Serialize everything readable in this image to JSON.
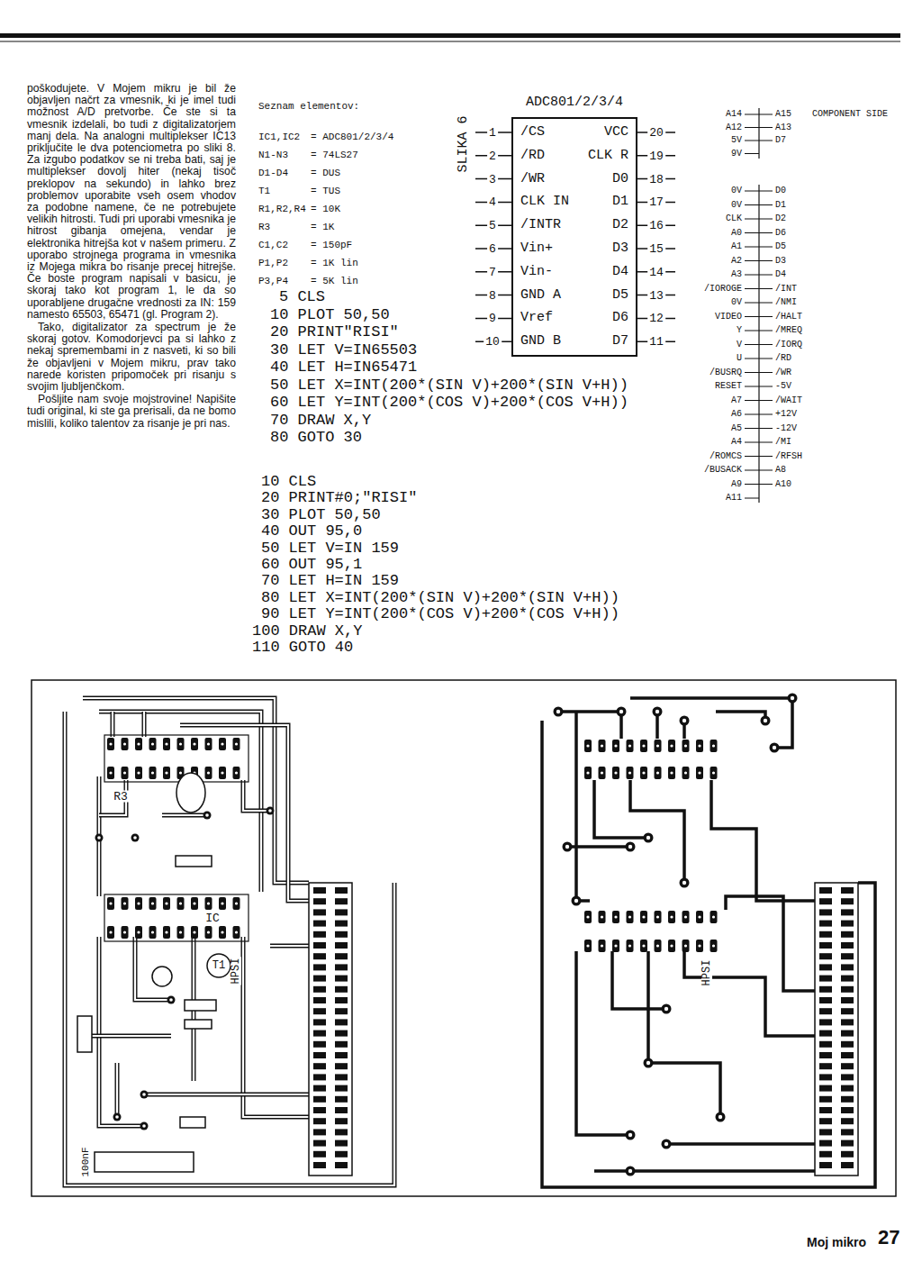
{
  "diagram": {
    "nodes": [
      {
        "text": [
          "ADC801/2/3/4",
          "/CS",
          "VCC",
          "/RD",
          "CLK R",
          "/WR",
          "D0",
          "CLK IN",
          "D1",
          "/INTR",
          "D2",
          "Vin+",
          "D3",
          "Vin-",
          "D4",
          "GND A",
          "D5",
          "Vref",
          "D6",
          "GND B",
          "D7"
        ]
      }
    ],
    "labels": [
      "poškodujete. V Mojem mikru je bil že objavljen načrt za vmesnik, ki je imel tudi možnost A/D pretvorbe. Če ste si ta vmesnik izdelali, bo tudi z digitalizatorjem manj dela. Na analogni multiplekser IC13 priključite le dva potenciometra po sliki 8. Za izgubo podatkov se ni treba bati, saj je multiplekser dovolj hiter (nekaj tisoč preklopov na sekundo) in lahko brez problemov uporabite vseh osem vhodov za podobne namene, če ne potrebujete velikih hitrosti. Tudi pri uporabi vmesnika je hitrost gibanja omejena, vendar je elektronika hitrejša kot v našem primeru. Z uporabo strojnega programa in vmesnika iz Mojega mikra bo risanje precej hitrejše. Če boste program napisali v basicu, je skoraj tako kot program 1, le da so uporabljene drugačne vrednosti za IN: 159 namesto 65503, 65471 (gl. Program 2).",
      "Tako, digitalizator za spectrum je že skoraj gotov. Komodorjevci pa si lahko z nekaj spremembami in z nasveti, ki so bili že objavljeni v Mojem mikru, prav tako narede koristen pripomoček pri risanju s svojim ljubljenčkom.",
      "Pošljite nam svoje mojstrovine! Napišite tudi original, ki ste ga prerisali, da ne bomo mislili, koliko talentov za risanje je pri nas.",
      "Seznam elementov:",
      "IC1,IC2",
      "= ADC801/2/3/4",
      "N1-N3",
      "= 74LS27",
      "D1-D4",
      "= DUS",
      "T1",
      "= TUS",
      "R1,R2,R4",
      "= 10K",
      "R3",
      "= 1K",
      "C1,C2",
      "= 150pF",
      "P1,P2",
      "= 1K lin",
      "P3,P4",
      "= 5K lin",
      "5 CLS",
      "10 PLOT 50,50",
      "20 PRINT\"RISI\"",
      "30 LET V=IN65503",
      "40 LET H=IN65471",
      "50 LET X=INT(200*(SIN V)+200*(SIN V+H))",
      "60 LET Y=INT(200*(COS V)+200*(COS V+H))",
      "70 DRAW X,Y",
      "80 GOTO 30",
      "10 CLS",
      "20 PRINT#0;\"RISI\"",
      "30 PLOT 50,50",
      "40 OUT 95,0",
      "50 LET V=IN 159",
      "60 OUT 95,1",
      "70 LET H=IN 159",
      "80 LET X=INT(200*(SIN V)+200*(SIN V+H))",
      "90 LET Y=INT(200*(COS V)+200*(COS V+H))",
      "100 DRAW X,Y",
      "110 GOTO 40",
      "SLIKA 6",
      "1",
      "2",
      "3",
      "4",
      "5",
      "6",
      "7",
      "8",
      "9",
      "10",
      "11",
      "12",
      "13",
      "14",
      "15",
      "16",
      "17",
      "18",
      "19",
      "20",
      "COMPONENT SIDE",
      "A14",
      "A12",
      "5V",
      "9V",
      "0V",
      "0V",
      "CLK",
      "A0",
      "A1",
      "A2",
      "A3",
      "/IOROGE",
      "0V",
      "VIDEO",
      "Y",
      "V",
      "U",
      "/BUSRQ",
      "RESET",
      "A7",
      "A6",
      "A5",
      "A4",
      "/ROMCS",
      "/BUSACK",
      "A9",
      "A11",
      "A15",
      "A13",
      "D7",
      "D0",
      "D1",
      "D2",
      "D6",
      "D5",
      "D3",
      "D4",
      "/INT",
      "/NMI",
      "/HALT",
      "/MREQ",
      "/IORQ",
      "/RD",
      "/WR",
      "-5V",
      "/WAIT",
      "+12V",
      "-12V",
      "/MI",
      "/RFSH",
      "A8",
      "A10",
      "R3",
      "IC",
      "T1",
      "HPSI",
      "100nF",
      "HPSI",
      "Moj mikro",
      "27"
    ]
  }
}
